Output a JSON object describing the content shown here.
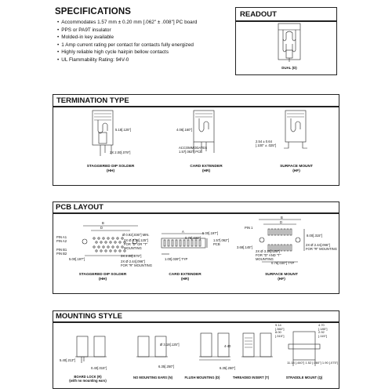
{
  "specifications": {
    "heading": "SPECIFICATIONS",
    "items": [
      "Accommodates 1.57 mm ± 0.20 mm [.062\" ± .008\"] PC board",
      "PPS or PA9T insulator",
      "Molded-in key available",
      "1 Amp current rating per contact for contacts fully energized",
      "Highly reliable high cycle hairpin bellow contacts",
      "UL Flammability Rating: 94V-0"
    ]
  },
  "readout": {
    "title": "READOUT",
    "caption": "DUAL (D)"
  },
  "termination": {
    "title": "TERMINATION TYPE",
    "items": [
      {
        "caption_line1": "STAGGERED DIP SOLDER",
        "caption_line2": "(HH)",
        "dims": [
          "5.18[.125\"]",
          "2X 2.00[.079\"]"
        ]
      },
      {
        "caption_line1": "CARD EXTENDER",
        "caption_line2": "(HR)",
        "dims": [
          "4.06[.160\"]",
          "ACCOMMODATES",
          "1.57[.062\"] PCB"
        ]
      },
      {
        "caption_line1": "SURFACE MOUNT",
        "caption_line2": "(HF)",
        "dims": [
          "2.54 ± 0.64",
          "[.100\" ± .025\"]"
        ]
      }
    ]
  },
  "pcb": {
    "title": "PCB LAYOUT",
    "items": [
      {
        "caption_line1": "STAGGERED DIP SOLDER",
        "caption_line2": "(HH)",
        "dims": [
          "B",
          "D",
          "Ø 0.92[.036\"] MIN.",
          "2X Ø 3.18[.125\"]",
          "FOR \"D\" OR \"T\"",
          "MOUNTING",
          "PIN A1",
          "PIN A2",
          "PIN B1",
          "PIN B2",
          "3X 2.00[.079\"]",
          "5.00[.197\"]",
          "2X Ø 2.44[.096\"]",
          "FOR \"R\" MOUNTING"
        ]
      },
      {
        "caption_line1": "CARD EXTENDER",
        "caption_line2": "(HR)",
        "dims": [
          "A",
          "5.00[.197\"]",
          "1.57[.062\"]",
          "PCB",
          "0.79[.030\"]",
          "1.00[.039\"] TYP"
        ]
      },
      {
        "caption_line1": "SURFACE MOUNT",
        "caption_line2": "(HF)",
        "dims": [
          "PIN 1",
          "B",
          "D",
          "8.00[.315\"]",
          "2X Ø 2.44[.096\"]",
          "FOR \"R\" MOUNTING",
          "2X Ø 3.18[.125\"]",
          "FOR \"D\" AND \"T\"",
          "MOUNTING",
          "3.68[.145\"]",
          "0.76[.030\"] TYP"
        ]
      }
    ]
  },
  "mounting": {
    "title": "MOUNTING STYLE",
    "items": [
      {
        "caption_line1": "BOARD LOCK (R)",
        "caption_line2": "(with no mounting ears)",
        "dims": [
          "5.40[.213\"]",
          "0.40[.015\"]"
        ]
      },
      {
        "caption_line1": "NO MOUNTING EARS (N)",
        "caption_line2": "",
        "dims": []
      },
      {
        "caption_line1": "FLUSH MOUNTING (D)",
        "caption_line2": "",
        "dims": [
          "Ø 3.18[.125\"]",
          "6.35[.250\"]"
        ]
      },
      {
        "caption_line1": "THREADED INSERT (T)",
        "caption_line2": "",
        "dims": [
          "4-40",
          "6.35[.250\"]"
        ]
      },
      {
        "caption_line1": "STRADDLE MOUNT (Q)",
        "caption_line2": "",
        "dims": [
          "9.14",
          "[.360\"]",
          "8.00",
          "[.315\"]",
          "4.70",
          "[.185\"]",
          "2.92",
          "[.115\"]",
          "11.18",
          "[.440\"]",
          "1.52",
          "[.060\"]",
          "1.90",
          "[.075\"]"
        ]
      }
    ]
  }
}
